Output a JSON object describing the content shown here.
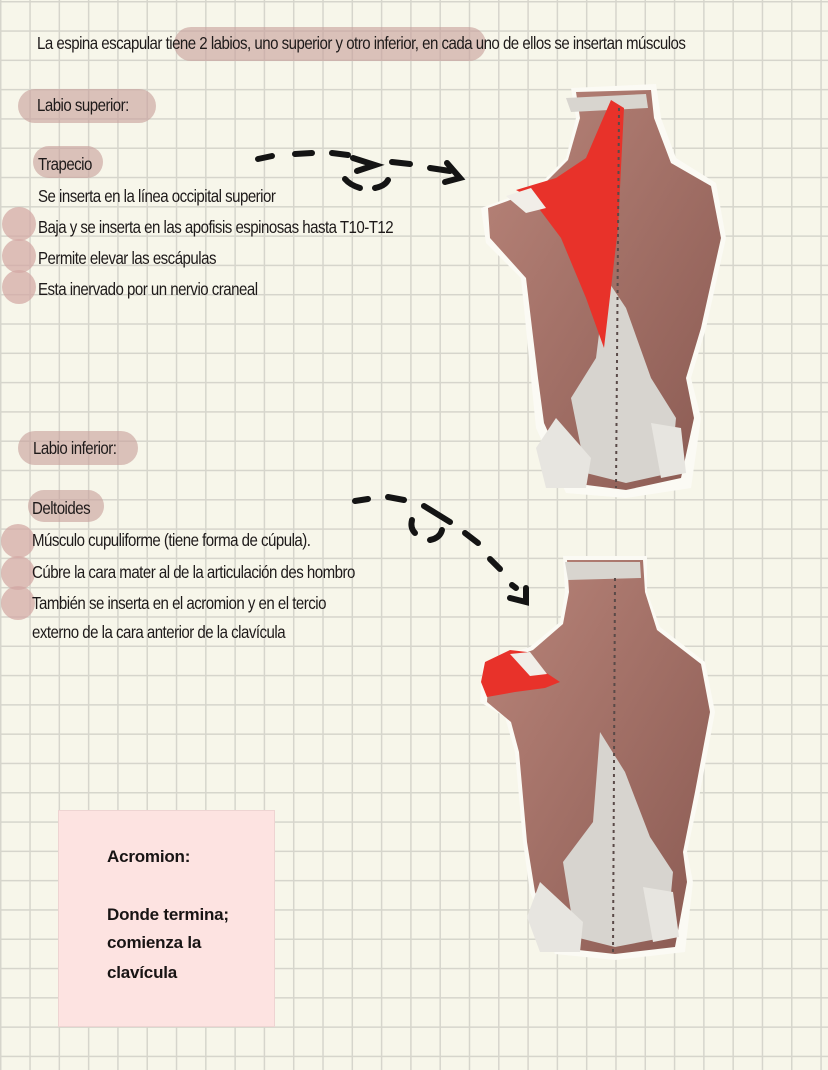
{
  "intro": {
    "before": "La espina escapular",
    "highlight": "tiene 2 labios, uno superior y otro inferior,",
    "after": "en cada uno de ellos se insertan músculos"
  },
  "superior": {
    "heading": "Labio superior:",
    "muscle": "Trapecio",
    "points": [
      "Se inserta en la línea occipital superior",
      "Baja y se inserta en las apofisis espinosas hasta T10-T12",
      "Permite elevar las escápulas",
      "Esta inervado por un nervio craneal"
    ],
    "illustration": "back-muscles-trapezius-highlighted",
    "highlight_color": "#e8322a"
  },
  "inferior": {
    "heading": "Labio inferior:",
    "muscle": "Deltoides",
    "points": [
      "Músculo cupuliforme (tiene forma de cúpula).",
      "Cúbre la cara mater al de la articulación des hombro",
      "También se inserta en el acromion y en el tercio",
      "externo de la cara anterior de la clavícula"
    ],
    "illustration": "back-muscles-deltoid-highlighted",
    "highlight_color": "#e8322a"
  },
  "note": {
    "title": "Acromion:",
    "lines": [
      "Donde termina;",
      "comienza la",
      "clavícula"
    ],
    "bg_color": "#fde3e1"
  },
  "colors": {
    "paper": "#f7f6ea",
    "grid": "#d6d5cc",
    "highlight_pill": "#c8a09b",
    "ink": "#1e1a1a"
  }
}
